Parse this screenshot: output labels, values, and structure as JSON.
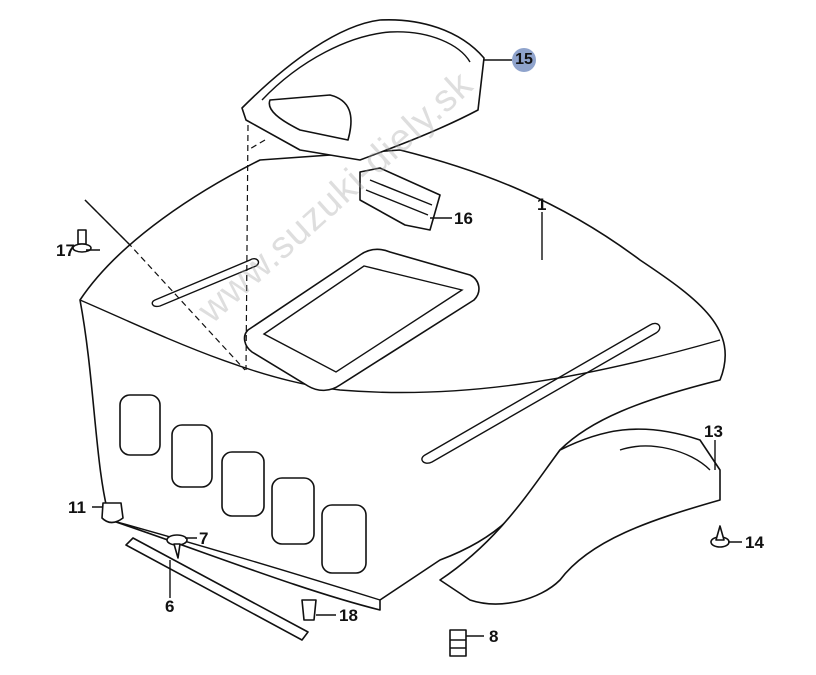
{
  "diagram": {
    "watermark": "www.suzuki-diely.sk",
    "highlight_color": "#8fa3cc",
    "callouts": [
      {
        "id": "15",
        "label": "15",
        "highlighted": true
      },
      {
        "id": "16",
        "label": "16"
      },
      {
        "id": "1",
        "label": "1"
      },
      {
        "id": "17",
        "label": "17"
      },
      {
        "id": "13",
        "label": "13"
      },
      {
        "id": "11",
        "label": "11"
      },
      {
        "id": "7",
        "label": "7"
      },
      {
        "id": "14",
        "label": "14"
      },
      {
        "id": "6",
        "label": "6"
      },
      {
        "id": "18",
        "label": "18"
      },
      {
        "id": "8",
        "label": "8"
      }
    ]
  }
}
